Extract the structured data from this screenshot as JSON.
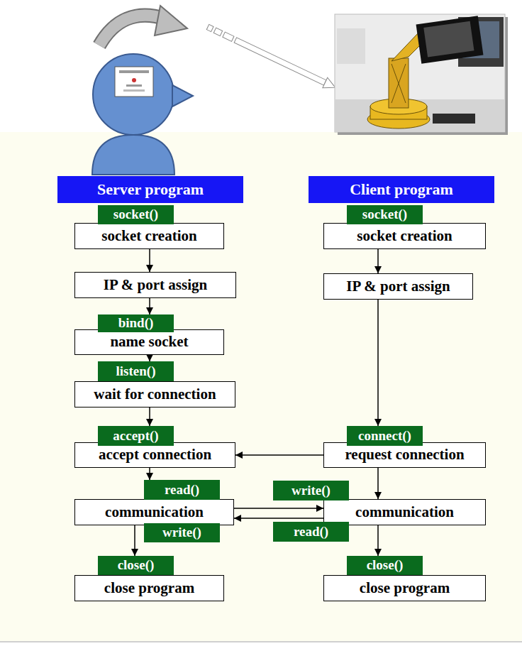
{
  "diagram": {
    "nodes": [
      {
        "text": [
          "Server program"
        ]
      },
      {
        "text": [
          "Client program"
        ]
      },
      {
        "text": [
          "socket()"
        ]
      },
      {
        "text": [
          "socket creation"
        ]
      },
      {
        "text": [
          "socket()"
        ]
      },
      {
        "text": [
          "socket creation"
        ]
      },
      {
        "text": [
          "IP & port assign"
        ]
      },
      {
        "text": [
          "IP & port assign"
        ]
      },
      {
        "text": [
          "bind()"
        ]
      },
      {
        "text": [
          "name socket"
        ]
      },
      {
        "text": [
          "listen()"
        ]
      },
      {
        "text": [
          "wait for connection"
        ]
      },
      {
        "text": [
          "accept()"
        ]
      },
      {
        "text": [
          "accept connection"
        ]
      },
      {
        "text": [
          "connect()"
        ]
      },
      {
        "text": [
          "request connection"
        ]
      },
      {
        "text": [
          "read()"
        ]
      },
      {
        "text": [
          "communication"
        ]
      },
      {
        "text": [
          "write()"
        ]
      },
      {
        "text": [
          "write()"
        ]
      },
      {
        "text": [
          "communication"
        ]
      },
      {
        "text": [
          "read()"
        ]
      },
      {
        "text": [
          "close()"
        ]
      },
      {
        "text": [
          "close program"
        ]
      },
      {
        "text": [
          "close()"
        ]
      },
      {
        "text": [
          "close program"
        ]
      }
    ],
    "edges": [
      {
        "from": 3,
        "to": 6,
        "arrow": "to"
      },
      {
        "from": 6,
        "to": 8,
        "arrow": "to"
      },
      {
        "from": 9,
        "to": 10,
        "arrow": "to"
      },
      {
        "from": 11,
        "to": 12,
        "arrow": "to"
      },
      {
        "from": 13,
        "to": 16,
        "arrow": "to"
      },
      {
        "from": 17,
        "to": 22,
        "arrow": "to"
      },
      {
        "from": 5,
        "to": 7,
        "arrow": "to"
      },
      {
        "from": 7,
        "to": 14,
        "arrow": "to"
      },
      {
        "from": 15,
        "to": 13,
        "arrow": "to"
      },
      {
        "from": 15,
        "to": 20,
        "arrow": "to"
      },
      {
        "from": 17,
        "to": 20,
        "arrow": "to"
      },
      {
        "from": 20,
        "to": 17,
        "arrow": "to"
      },
      {
        "from": 20,
        "to": 24,
        "arrow": "to"
      }
    ]
  }
}
